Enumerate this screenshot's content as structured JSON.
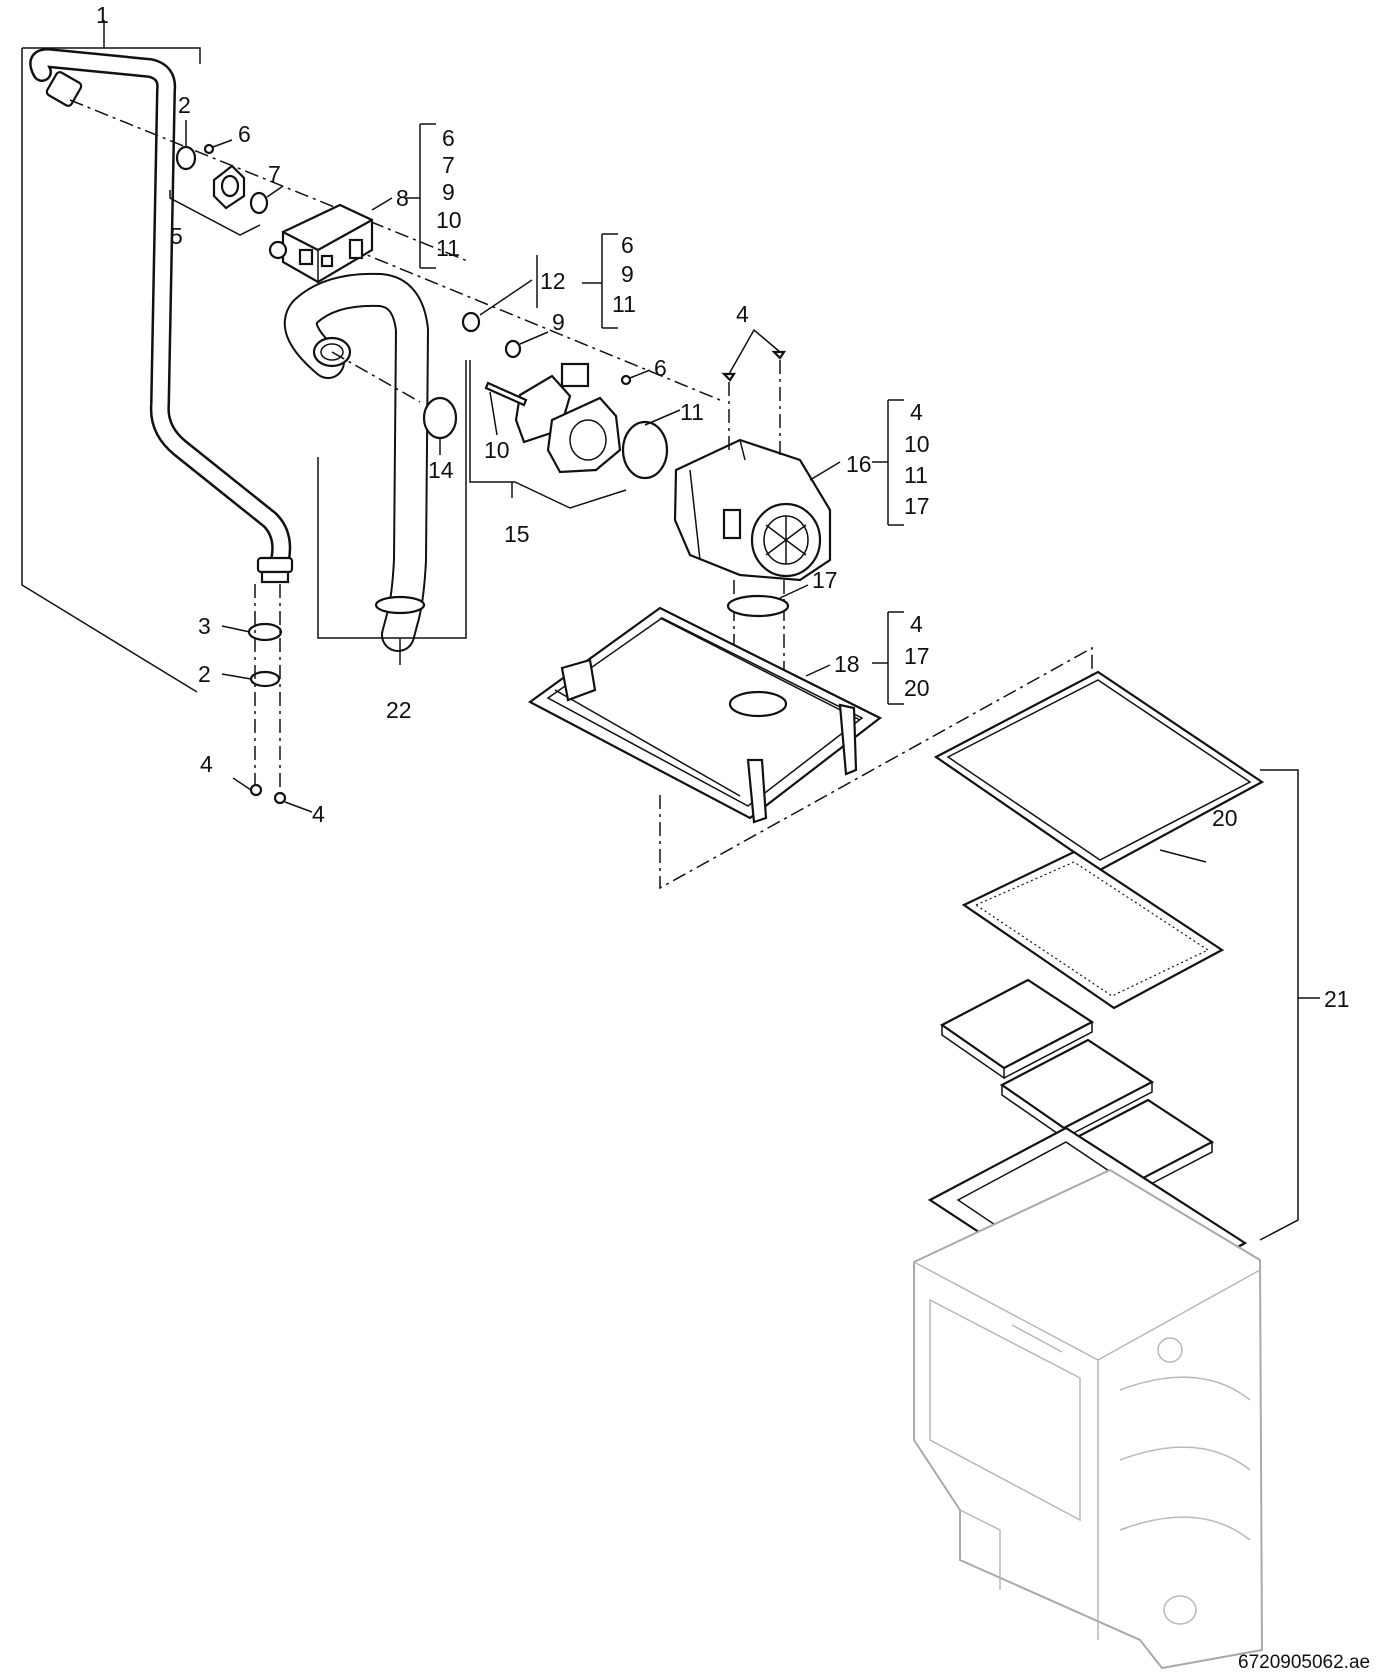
{
  "drawing_code": "6720905062.ae",
  "callouts": {
    "c1": "1",
    "c2a": "2",
    "c2b": "2",
    "c3": "3",
    "c4a": "4",
    "c4b": "4",
    "c4c": "4",
    "c5": "5",
    "c6a": "6",
    "c6b": "6",
    "c7": "7",
    "c8": "8",
    "c9": "9",
    "c10": "10",
    "c11": "11",
    "c12": "12",
    "c14": "14",
    "c15": "15",
    "c16": "16",
    "c17": "17",
    "c18": "18",
    "c20": "20",
    "c21": "21",
    "c22": "22"
  },
  "groups": {
    "g8": [
      "6",
      "7",
      "9",
      "10",
      "11"
    ],
    "g12": [
      "6",
      "9",
      "11"
    ],
    "g16": [
      "4",
      "10",
      "11",
      "17"
    ],
    "g18": [
      "4",
      "17",
      "20"
    ]
  }
}
